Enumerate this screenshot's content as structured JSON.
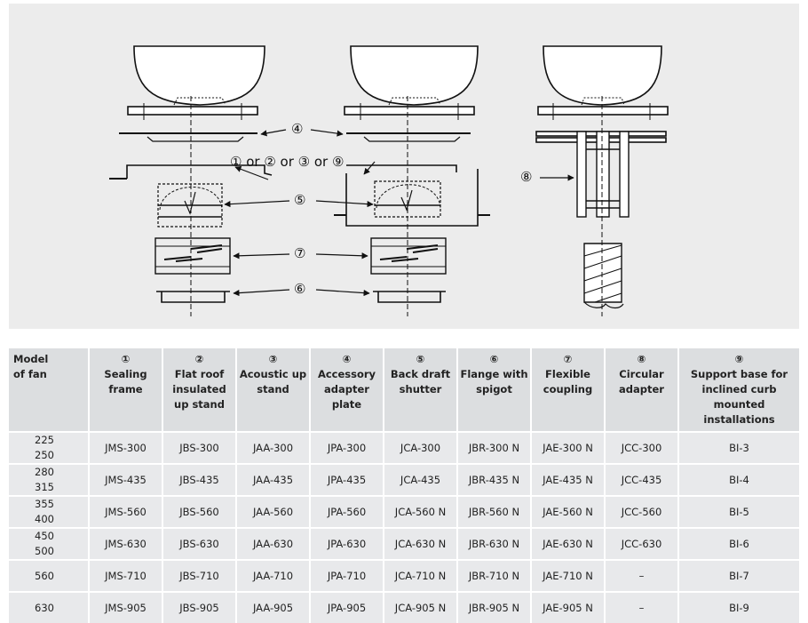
{
  "diagram": {
    "callouts": {
      "c4": "④",
      "c1234": "① or ② or ③ or ⑨",
      "c5": "⑤",
      "c7": "⑦",
      "c6": "⑥",
      "c8": "⑧"
    }
  },
  "table": {
    "headers": [
      {
        "num": "",
        "label": "Model\nof fan"
      },
      {
        "num": "①",
        "label": "Sealing frame"
      },
      {
        "num": "②",
        "label": "Flat roof insulated up stand"
      },
      {
        "num": "③",
        "label": "Acoustic up stand"
      },
      {
        "num": "④",
        "label": "Accessory adapter plate"
      },
      {
        "num": "⑤",
        "label": "Back draft shutter"
      },
      {
        "num": "⑥",
        "label": "Flange with spigot"
      },
      {
        "num": "⑦",
        "label": "Flexible coupling"
      },
      {
        "num": "⑧",
        "label": "Circular adapter"
      },
      {
        "num": "⑨",
        "label": "Support base for inclined curb mounted installations"
      }
    ],
    "rows": [
      {
        "model": [
          "225",
          "250"
        ],
        "cells": [
          "JMS-300",
          "JBS-300",
          "JAA-300",
          "JPA-300",
          "JCA-300",
          "JBR-300 N",
          "JAE-300 N",
          "JCC-300",
          "BI-3"
        ]
      },
      {
        "model": [
          "280",
          "315"
        ],
        "cells": [
          "JMS-435",
          "JBS-435",
          "JAA-435",
          "JPA-435",
          "JCA-435",
          "JBR-435 N",
          "JAE-435 N",
          "JCC-435",
          "BI-4"
        ]
      },
      {
        "model": [
          "355",
          "400"
        ],
        "cells": [
          "JMS-560",
          "JBS-560",
          "JAA-560",
          "JPA-560",
          "JCA-560 N",
          "JBR-560 N",
          "JAE-560 N",
          "JCC-560",
          "BI-5"
        ]
      },
      {
        "model": [
          "450",
          "500"
        ],
        "cells": [
          "JMS-630",
          "JBS-630",
          "JAA-630",
          "JPA-630",
          "JCA-630 N",
          "JBR-630 N",
          "JAE-630 N",
          "JCC-630",
          "BI-6"
        ]
      },
      {
        "model": [
          "560"
        ],
        "cells": [
          "JMS-710",
          "JBS-710",
          "JAA-710",
          "JPA-710",
          "JCA-710 N",
          "JBR-710 N",
          "JAE-710 N",
          "–",
          "BI-7"
        ]
      },
      {
        "model": [
          "630"
        ],
        "cells": [
          "JMS-905",
          "JBS-905",
          "JAA-905",
          "JPA-905",
          "JCA-905 N",
          "JBR-905 N",
          "JAE-905 N",
          "–",
          "BI-9"
        ]
      }
    ]
  }
}
